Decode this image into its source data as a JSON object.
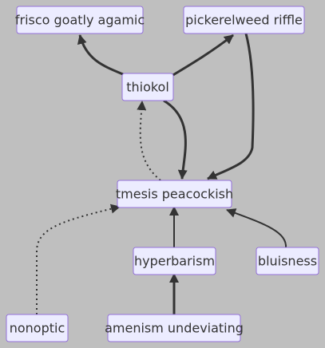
{
  "diagram": {
    "type": "flowchart",
    "colors": {
      "background": "#bfbfbf",
      "node_fill": "#ececff",
      "node_stroke": "#9370db",
      "edge": "#333333",
      "text": "#333333"
    },
    "nodes": [
      {
        "id": "frisco",
        "label": "frisco goatly agamic"
      },
      {
        "id": "pickerelweed",
        "label": "pickerelweed riffle"
      },
      {
        "id": "thiokol",
        "label": "thiokol"
      },
      {
        "id": "tmesis",
        "label": "tmesis peacockish"
      },
      {
        "id": "hyperbarism",
        "label": "hyperbarism"
      },
      {
        "id": "bluisness",
        "label": "bluisness"
      },
      {
        "id": "nonoptic",
        "label": "nonoptic"
      },
      {
        "id": "amenism",
        "label": "amenism undeviating"
      }
    ],
    "edges": [
      {
        "from": "thiokol",
        "to": "frisco",
        "style": "thick"
      },
      {
        "from": "thiokol",
        "to": "pickerelweed",
        "style": "thick"
      },
      {
        "from": "thiokol",
        "to": "tmesis",
        "style": "thick"
      },
      {
        "from": "pickerelweed",
        "to": "tmesis",
        "style": "thick"
      },
      {
        "from": "tmesis",
        "to": "thiokol",
        "style": "dotted"
      },
      {
        "from": "hyperbarism",
        "to": "tmesis",
        "style": "normal"
      },
      {
        "from": "bluisness",
        "to": "tmesis",
        "style": "normal"
      },
      {
        "from": "nonoptic",
        "to": "tmesis",
        "style": "dotted"
      },
      {
        "from": "amenism",
        "to": "hyperbarism",
        "style": "thick"
      }
    ]
  }
}
